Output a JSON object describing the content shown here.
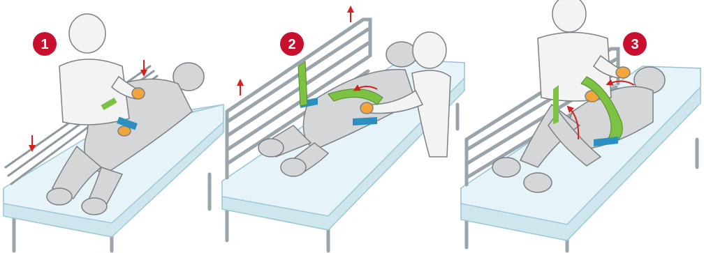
{
  "steps": [
    {
      "number": "1"
    },
    {
      "number": "2"
    },
    {
      "number": "3"
    }
  ],
  "colors": {
    "badge": "#c8102e",
    "arrow": "#d6201f",
    "mattress_top": "#e6f3f8",
    "mattress_side": "#cfe6ef",
    "rail": "#9aa4ab",
    "figure_fill": "#d4d6d8",
    "figure_stroke": "#7c8085",
    "caregiver_fill": "#f3f3f3",
    "glove": "#f2a53a",
    "belt_green": "#7dc242",
    "belt_blue": "#2b8fc0"
  },
  "icons": [
    "step-badge",
    "red-arrow-up",
    "red-arrow-down",
    "red-arrow-curved"
  ]
}
